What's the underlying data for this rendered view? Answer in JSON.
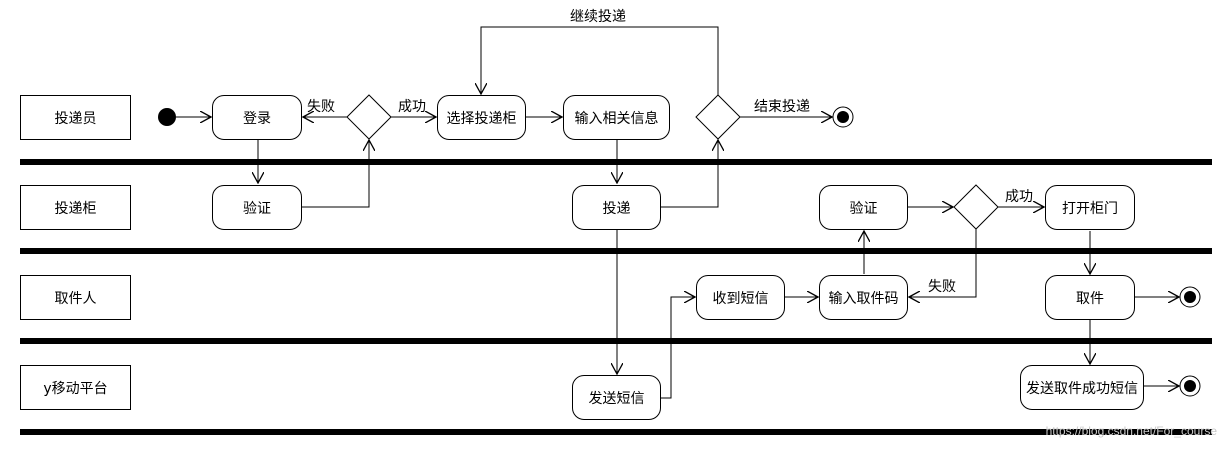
{
  "lanes": [
    "投递员",
    "投递柜",
    "取件人",
    "y移动平台"
  ],
  "nodes": {
    "login": "登录",
    "verify1": "验证",
    "select_cabinet": "选择投递柜",
    "input_info": "输入相关信息",
    "deliver": "投递",
    "send_sms": "发送短信",
    "receive_sms": "收到短信",
    "input_code": "输入取件码",
    "verify2": "验证",
    "open_door": "打开柜门",
    "pickup": "取件",
    "send_success_sms": "发送取件成功短信"
  },
  "edge_labels": {
    "fail1": "失败",
    "success1": "成功",
    "continue": "继续投递",
    "end_delivery": "结束投递",
    "success2": "成功",
    "fail2": "失败"
  },
  "watermark": "https://blog.csdn.net/For_course"
}
